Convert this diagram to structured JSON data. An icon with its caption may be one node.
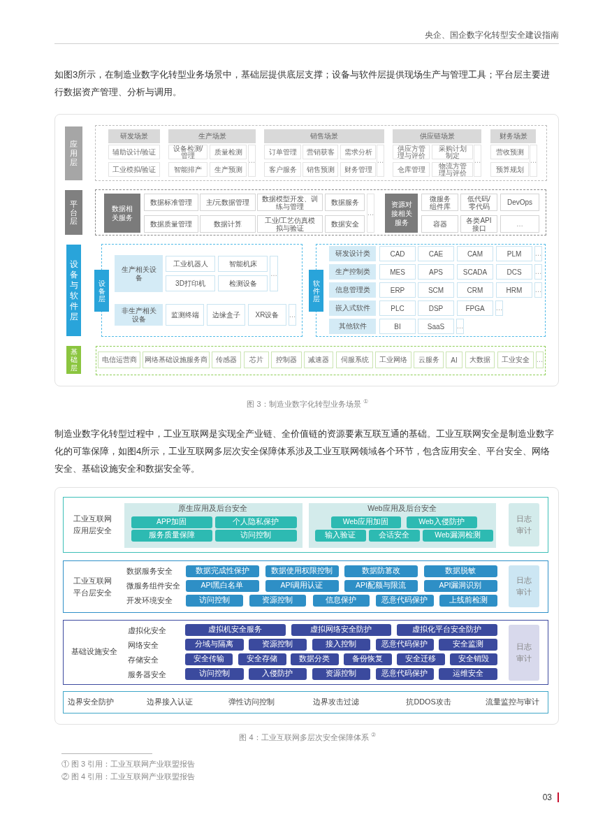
{
  "diagram": {
    "nodes": [
      {
        "text": [
          "应用层"
        ]
      },
      {
        "text": [],
        "shape": "box"
      },
      {
        "text": [
          "研发场景"
        ],
        "in": 1
      },
      {
        "text": [
          "辅助设计/验证"
        ],
        "in": 1
      },
      {
        "text": [
          "工业模拟/验证"
        ],
        "in": 1
      },
      {
        "text": [
          "生产场景"
        ],
        "in": 1
      },
      {
        "text": [
          "设备检测/管理"
        ],
        "in": 1
      },
      {
        "text": [
          "质量检测"
        ],
        "in": 1
      },
      {
        "text": [
          "智能排产"
        ],
        "in": 1
      },
      {
        "text": [
          "生产预测"
        ],
        "in": 1
      },
      {
        "text": [
          "…"
        ],
        "in": 1
      },
      {
        "text": [
          "销售场景"
        ],
        "in": 1
      },
      {
        "text": [
          "订单管理"
        ],
        "in": 1
      },
      {
        "text": [
          "营销获客"
        ],
        "in": 1
      },
      {
        "text": [
          "需求分析"
        ],
        "in": 1
      },
      {
        "text": [
          "客户服务"
        ],
        "in": 1
      },
      {
        "text": [
          "销售预测"
        ],
        "in": 1
      },
      {
        "text": [
          "财务管理"
        ],
        "in": 1
      },
      {
        "text": [
          "…"
        ],
        "in": 1
      },
      {
        "text": [
          "供应链场景"
        ],
        "in": 1
      },
      {
        "text": [
          "供应方管理与评价"
        ],
        "in": 1
      },
      {
        "text": [
          "采购计划制定"
        ],
        "in": 1
      },
      {
        "text": [
          "仓库管理"
        ],
        "in": 1
      },
      {
        "text": [
          "物流方管理与评价"
        ],
        "in": 1
      },
      {
        "text": [
          "…"
        ],
        "in": 1
      },
      {
        "text": [
          "财务场景"
        ],
        "in": 1
      },
      {
        "text": [
          "营收预测"
        ],
        "in": 1
      },
      {
        "text": [
          "预算规划"
        ],
        "in": 1
      },
      {
        "text": [
          "…"
        ],
        "in": 1
      },
      {
        "text": [
          "平台层"
        ]
      },
      {
        "text": [],
        "shape": "box"
      },
      {
        "text": [
          "数据相关服务"
        ],
        "in": 30
      },
      {
        "text": [
          "数据标准管理"
        ],
        "in": 30
      },
      {
        "text": [
          "主/元数据管理"
        ],
        "in": 30
      },
      {
        "text": [
          "数据模型开发、训练与管理"
        ],
        "in": 30
      },
      {
        "text": [
          "数据服务"
        ],
        "in": 30
      },
      {
        "text": [
          "数据质量管理"
        ],
        "in": 30
      },
      {
        "text": [
          "数据计算"
        ],
        "in": 30
      },
      {
        "text": [
          "工业/工艺仿真模拟与验证"
        ],
        "in": 30
      },
      {
        "text": [
          "数据安全"
        ],
        "in": 30
      },
      {
        "text": [
          "…"
        ],
        "in": 30
      },
      {
        "text": [
          "资源对接相关服务"
        ],
        "in": 30
      },
      {
        "text": [
          "微服务组件库"
        ],
        "in": 30
      },
      {
        "text": [
          "低代码/零代码"
        ],
        "in": 30
      },
      {
        "text": [
          "DevOps"
        ],
        "in": 30
      },
      {
        "text": [
          "容器"
        ],
        "in": 30
      },
      {
        "text": [
          "各类API接口"
        ],
        "in": 30
      },
      {
        "text": [
          "…"
        ],
        "in": 30
      },
      {
        "text": [
          "设备与软件层"
        ]
      },
      {
        "text": [],
        "shape": "box"
      },
      {
        "text": [
          "设备层"
        ]
      },
      {
        "text": [
          "生产相关设备"
        ],
        "in": 49
      },
      {
        "text": [
          "工业机器人"
        ],
        "in": 49
      },
      {
        "text": [
          "智能机床"
        ],
        "in": 49
      },
      {
        "text": [
          "3D打印机"
        ],
        "in": 49
      },
      {
        "text": [
          "检测设备"
        ],
        "in": 49
      },
      {
        "text": [
          "…"
        ],
        "in": 49
      },
      {
        "text": [
          "非生产相关设备"
        ],
        "in": 49
      },
      {
        "text": [
          "监测终端"
        ],
        "in": 49
      },
      {
        "text": [
          "边缘盒子"
        ],
        "in": 49
      },
      {
        "text": [
          "XR设备"
        ],
        "in": 49
      },
      {
        "text": [
          "…"
        ],
        "in": 49
      },
      {
        "text": [],
        "shape": "box"
      },
      {
        "text": [
          "软件层"
        ]
      },
      {
        "text": [
          "研发设计类"
        ],
        "in": 62
      },
      {
        "text": [
          "CAD"
        ],
        "in": 62
      },
      {
        "text": [
          "CAE"
        ],
        "in": 62
      },
      {
        "text": [
          "CAM"
        ],
        "in": 62
      },
      {
        "text": [
          "PLM"
        ],
        "in": 62
      },
      {
        "text": [
          "…"
        ],
        "in": 62
      },
      {
        "text": [
          "生产控制类"
        ],
        "in": 62
      },
      {
        "text": [
          "MES"
        ],
        "in": 62
      },
      {
        "text": [
          "APS"
        ],
        "in": 62
      },
      {
        "text": [
          "SCADA"
        ],
        "in": 62
      },
      {
        "text": [
          "DCS"
        ],
        "in": 62
      },
      {
        "text": [
          "…"
        ],
        "in": 62
      },
      {
        "text": [
          "信息管理类"
        ],
        "in": 62
      },
      {
        "text": [
          "ERP"
        ],
        "in": 62
      },
      {
        "text": [
          "SCM"
        ],
        "in": 62
      },
      {
        "text": [
          "CRM"
        ],
        "in": 62
      },
      {
        "text": [
          "HRM"
        ],
        "in": 62
      },
      {
        "text": [
          "…"
        ],
        "in": 62
      },
      {
        "text": [
          "嵌入式软件"
        ],
        "in": 62
      },
      {
        "text": [
          "PLC"
        ],
        "in": 62
      },
      {
        "text": [
          "DSP"
        ],
        "in": 62
      },
      {
        "text": [
          "FPGA"
        ],
        "in": 62
      },
      {
        "text": [
          "…"
        ],
        "in": 62
      },
      {
        "text": [
          "其他软件"
        ],
        "in": 62
      },
      {
        "text": [
          "BI"
        ],
        "in": 62
      },
      {
        "text": [
          "SaaS"
        ],
        "in": 62
      },
      {
        "text": [
          "…"
        ],
        "in": 62
      },
      {
        "text": [
          "基础层"
        ]
      },
      {
        "text": [],
        "shape": "box"
      },
      {
        "text": [
          "电信运营商"
        ],
        "in": 92
      },
      {
        "text": [
          "网络基础设施服务商"
        ],
        "in": 92
      },
      {
        "text": [
          "传感器"
        ],
        "in": 92
      },
      {
        "text": [
          "芯片"
        ],
        "in": 92
      },
      {
        "text": [
          "控制器"
        ],
        "in": 92
      },
      {
        "text": [
          "减速器"
        ],
        "in": 92
      },
      {
        "text": [
          "伺服系统"
        ],
        "in": 92
      },
      {
        "text": [
          "工业网络"
        ],
        "in": 92
      },
      {
        "text": [
          "云服务"
        ],
        "in": 92
      },
      {
        "text": [
          "AI"
        ],
        "in": 92
      },
      {
        "text": [
          "大数据"
        ],
        "in": 92
      },
      {
        "text": [
          "工业安全"
        ],
        "in": 92
      },
      {
        "text": [
          "…"
        ],
        "in": 92
      },
      {
        "text": [
          "工业互联网应用层安全"
        ]
      },
      {
        "text": [
          "原生应用及后台安全"
        ],
        "in": 106
      },
      {
        "text": [
          "APP加固"
        ],
        "in": 107
      },
      {
        "text": [
          "个人隐私保护"
        ],
        "in": 107
      },
      {
        "text": [
          "服务质量保障"
        ],
        "in": 107
      },
      {
        "text": [
          "访问控制"
        ],
        "in": 107
      },
      {
        "text": [
          "Web应用及后台安全"
        ],
        "in": 106
      },
      {
        "text": [
          "Web应用加固"
        ],
        "in": 112
      },
      {
        "text": [
          "Web入侵防护"
        ],
        "in": 112
      },
      {
        "text": [
          "输入验证"
        ],
        "in": 112
      },
      {
        "text": [
          "会话安全"
        ],
        "in": 112
      },
      {
        "text": [
          "Web漏洞检测"
        ],
        "in": 112
      },
      {
        "text": [
          "日志审计"
        ],
        "in": 106
      },
      {
        "text": [
          "工业互联网平台层安全",
          "数据服务安全",
          "微服务组件安全",
          "开发环境安全"
        ]
      },
      {
        "text": [
          "数据完成性保护"
        ],
        "in": 119
      },
      {
        "text": [
          "数据使用权限控制"
        ],
        "in": 119
      },
      {
        "text": [
          "数据防篡改"
        ],
        "in": 119
      },
      {
        "text": [
          "数据脱敏"
        ],
        "in": 119
      },
      {
        "text": [
          "API黑白名单"
        ],
        "in": 119
      },
      {
        "text": [
          "API调用认证"
        ],
        "in": 119
      },
      {
        "text": [
          "API配额与限流"
        ],
        "in": 119
      },
      {
        "text": [
          "API漏洞识别"
        ],
        "in": 119
      },
      {
        "text": [
          "访问控制"
        ],
        "in": 119
      },
      {
        "text": [
          "资源控制"
        ],
        "in": 119
      },
      {
        "text": [
          "信息保护"
        ],
        "in": 119
      },
      {
        "text": [
          "恶意代码保护"
        ],
        "in": 119
      },
      {
        "text": [
          "上线前检测"
        ],
        "in": 119
      },
      {
        "text": [
          "日志审计"
        ],
        "in": 119
      },
      {
        "text": [
          "基础设施安全",
          "虚拟化安全",
          "网络安全",
          "存储安全",
          "服务器安全"
        ]
      },
      {
        "text": [
          "虚拟机安全服务"
        ],
        "in": 134
      },
      {
        "text": [
          "虚拟网络安全防护"
        ],
        "in": 134
      },
      {
        "text": [
          "虚拟化平台安全防护"
        ],
        "in": 134
      },
      {
        "text": [
          "分域与隔离"
        ],
        "in": 134
      },
      {
        "text": [
          "资源控制"
        ],
        "in": 134
      },
      {
        "text": [
          "接入控制"
        ],
        "in": 134
      },
      {
        "text": [
          "恶意代码保护"
        ],
        "in": 134
      },
      {
        "text": [
          "安全监测"
        ],
        "in": 134
      },
      {
        "text": [
          "安全传输"
        ],
        "in": 134
      },
      {
        "text": [
          "安全存储"
        ],
        "in": 134
      },
      {
        "text": [
          "数据分类"
        ],
        "in": 134
      },
      {
        "text": [
          "备份恢复"
        ],
        "in": 134
      },
      {
        "text": [
          "安全迁移"
        ],
        "in": 134
      },
      {
        "text": [
          "安全销毁"
        ],
        "in": 134
      },
      {
        "text": [
          "访问控制"
        ],
        "in": 134
      },
      {
        "text": [
          "入侵防护"
        ],
        "in": 134
      },
      {
        "text": [
          "资源控制"
        ],
        "in": 134
      },
      {
        "text": [
          "恶意代码保护"
        ],
        "in": 134
      },
      {
        "text": [
          "运维安全"
        ],
        "in": 134
      },
      {
        "text": [
          "日志审计"
        ],
        "in": 134
      },
      {
        "text": [
          "边界安全防护",
          "边界接入认证",
          "弹性访问控制",
          "边界攻击过滤",
          "抗DDOS攻击",
          "流量监控与审计"
        ]
      }
    ],
    "labels": [
      "央企、国企数字化转型安全建设指南",
      "如图3所示，在制造业数字化转型业务场景中，基础层提供底层支撑；设备与软件层提供现场生产与管理工具；平台层主要进行数据资产管理、分析与调用。",
      "图 3：制造业数字化转型业务场景 $^{①}$",
      "制造业数字化转型过程中，工业互联网是实现全产业链、全价值链的资源要素互联互通的基础。工业互联网安全是制造业数字化的可靠保障，如图4所示，工业互联网多层次安全保障体系涉及工业互联网领域各个环节，包含应用安全、平台安全、网络安全、基础设施安全和数据安全等。",
      "图 4：工业互联网多层次安全保障体系 $^{②}$",
      "① 图 3 引用：工业互联网产业联盟报告",
      "② 图 4 引用：工业互联网产业联盟报告",
      "03"
    ]
  }
}
